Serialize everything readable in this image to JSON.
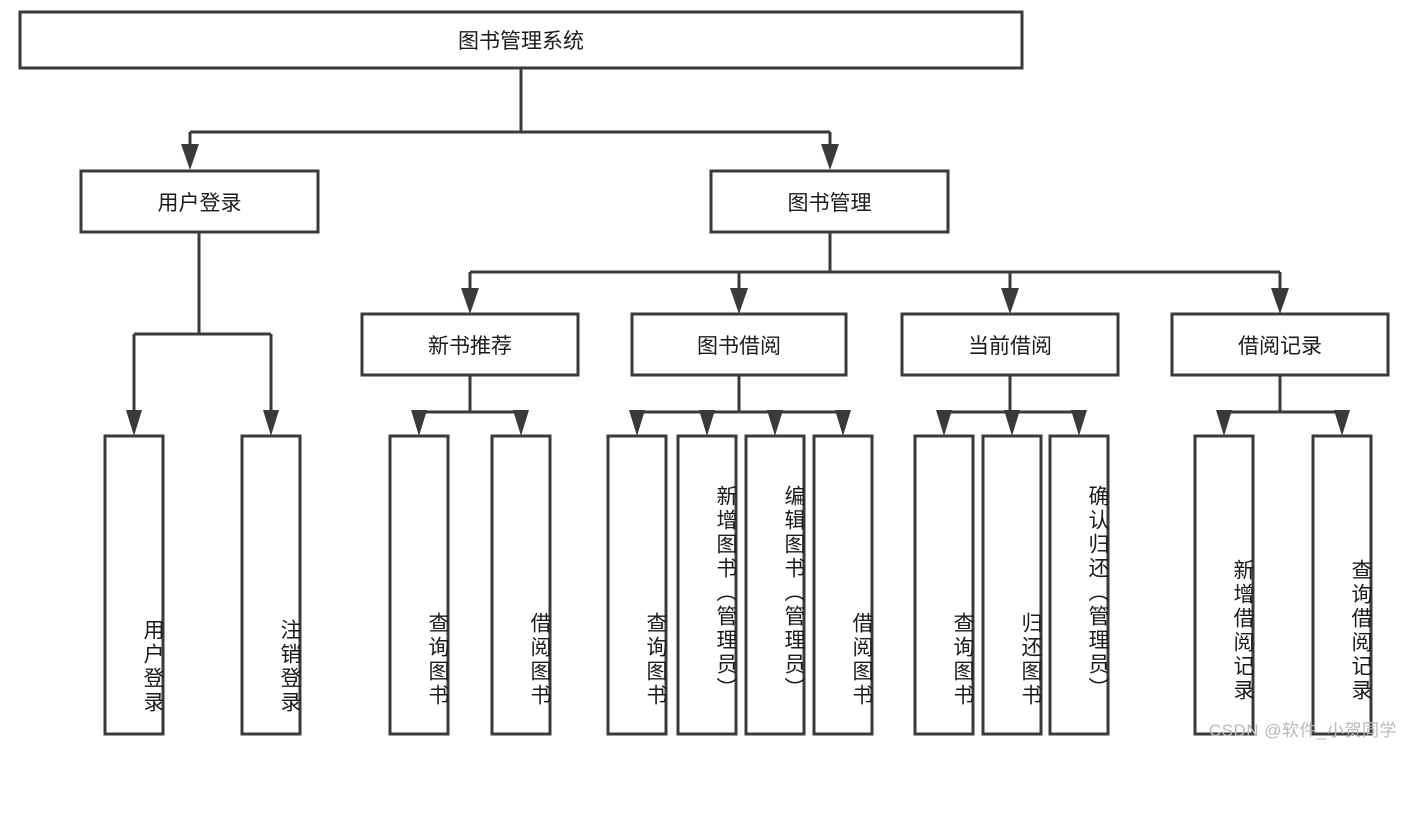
{
  "diagram": {
    "title": "图书管理系统",
    "type": "tree-hierarchy",
    "watermark": "CSDN @软件_小贺同学",
    "style": {
      "box_fill": "#ffffff",
      "box_stroke": "#3a3a3a",
      "connector_color": "#3a3a3a",
      "text_color": "#1b1b1b",
      "background": "#ffffff",
      "watermark_color": "#b9b9b9"
    },
    "levels": {
      "root": {
        "label": "图书管理系统"
      },
      "level2": [
        {
          "id": "user-login",
          "label": "用户登录"
        },
        {
          "id": "book-manage",
          "label": "图书管理"
        }
      ],
      "level3": [
        {
          "id": "new-book-recommend",
          "label": "新书推荐",
          "parent": "book-manage"
        },
        {
          "id": "book-borrow",
          "label": "图书借阅",
          "parent": "book-manage"
        },
        {
          "id": "current-borrow",
          "label": "当前借阅",
          "parent": "book-manage"
        },
        {
          "id": "borrow-record",
          "label": "借阅记录",
          "parent": "book-manage"
        }
      ],
      "leaves": [
        {
          "id": "leaf-user-login",
          "label": "用户登录",
          "parent": "user-login"
        },
        {
          "id": "leaf-user-logout",
          "label": "注销登录",
          "parent": "user-login"
        },
        {
          "id": "leaf-query-book-1",
          "label": "查询图书",
          "parent": "new-book-recommend"
        },
        {
          "id": "leaf-borrow-book-1",
          "label": "借阅图书",
          "parent": "new-book-recommend"
        },
        {
          "id": "leaf-query-book-2",
          "label": "查询图书",
          "parent": "book-borrow"
        },
        {
          "id": "leaf-add-book",
          "label": "新增图书（管理员）",
          "parent": "book-borrow"
        },
        {
          "id": "leaf-edit-book",
          "label": "编辑图书（管理员）",
          "parent": "book-borrow"
        },
        {
          "id": "leaf-borrow-book-2",
          "label": "借阅图书",
          "parent": "book-borrow"
        },
        {
          "id": "leaf-query-book-3",
          "label": "查询图书",
          "parent": "current-borrow"
        },
        {
          "id": "leaf-return-book",
          "label": "归还图书",
          "parent": "current-borrow"
        },
        {
          "id": "leaf-confirm-return",
          "label": "确认归还（管理员）",
          "parent": "current-borrow"
        },
        {
          "id": "leaf-add-record",
          "label": "新增借阅记录",
          "parent": "borrow-record"
        },
        {
          "id": "leaf-query-record",
          "label": "查询借阅记录",
          "parent": "borrow-record"
        }
      ]
    }
  }
}
